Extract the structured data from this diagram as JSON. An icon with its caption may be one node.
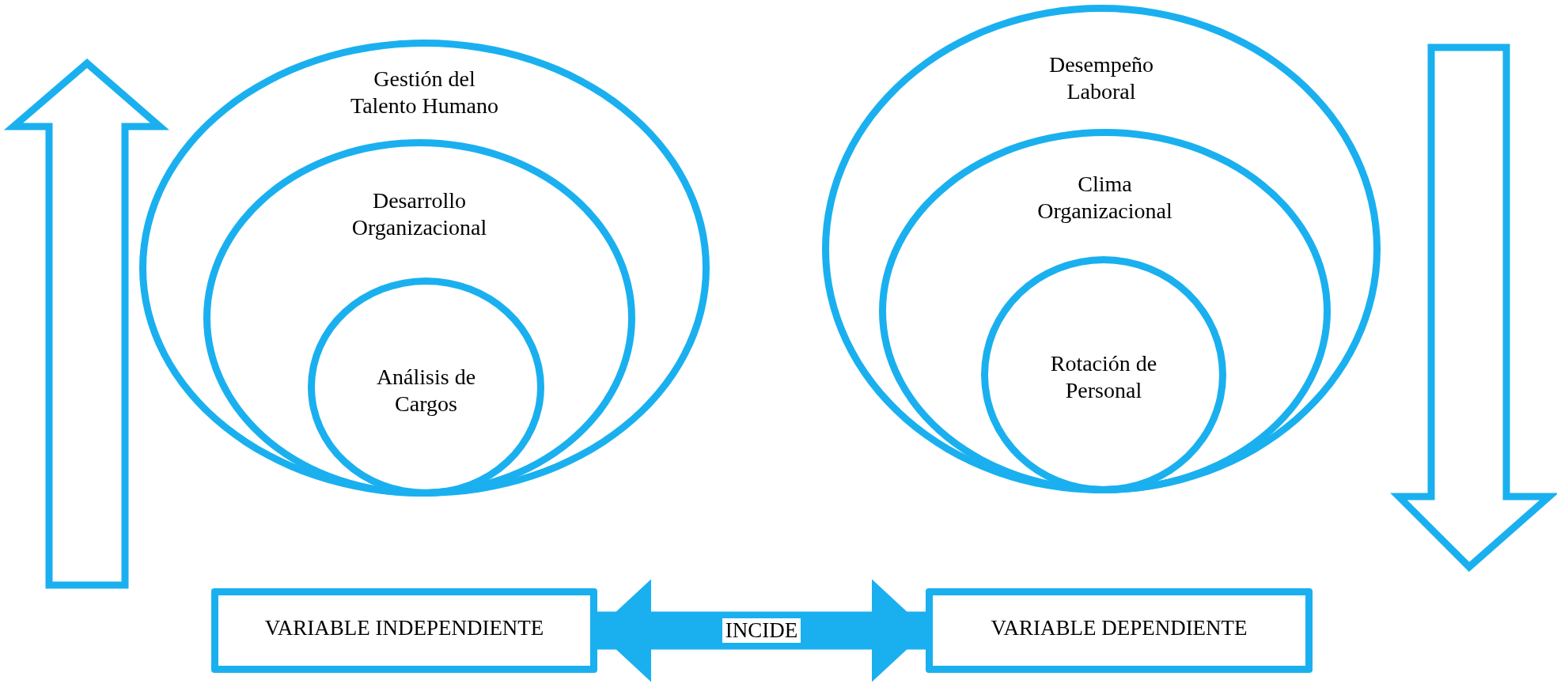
{
  "diagram": {
    "nodes": [
      {
        "text": [
          "Gestión del Talento Humano"
        ]
      },
      {
        "text": [
          "Desarrollo Organizacional"
        ],
        "in": 0
      },
      {
        "text": [
          "Análisis de Cargos"
        ],
        "in": 1
      },
      {
        "text": [
          "Desempeño Laboral"
        ]
      },
      {
        "text": [
          "Clima Organizacional"
        ],
        "in": 3
      },
      {
        "text": [
          "Rotación de Personal"
        ],
        "in": 4
      },
      {
        "text": [
          "VARIABLE INDEPENDIENTE"
        ]
      },
      {
        "text": [
          "VARIABLE DEPENDIENTE"
        ]
      }
    ],
    "edges": [
      {
        "from": 6,
        "to": 7,
        "arrow": "both",
        "label": "INCIDE"
      }
    ]
  }
}
